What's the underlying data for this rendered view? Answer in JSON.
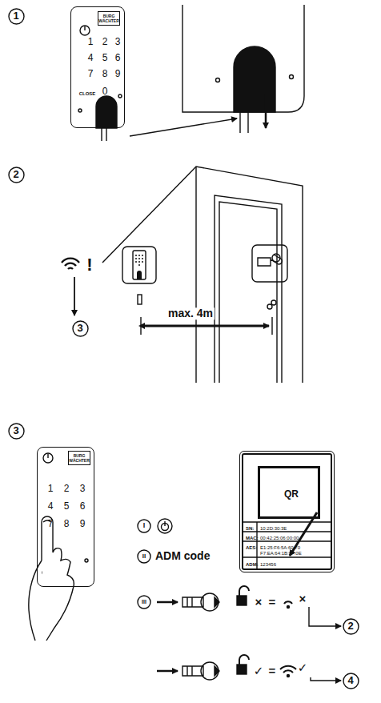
{
  "diagram": {
    "nodes": [
      {
        "text": [
          "1"
        ]
      },
      {
        "text": [
          "BURG WÄCHTER",
          "1",
          "2",
          "3",
          "4",
          "5",
          "6",
          "7",
          "8",
          "9",
          "0",
          "CLOSE"
        ]
      },
      {
        "text": [
          "2"
        ]
      },
      {
        "text": [
          "3"
        ]
      },
      {
        "text": [
          "3"
        ]
      },
      {
        "text": [
          "BURG WÄCHTER",
          "1",
          "2",
          "3",
          "4",
          "5",
          "6",
          "7",
          "8",
          "9"
        ]
      },
      {
        "text": [
          "SN:",
          "10:2D:30:3E",
          "MAC:",
          "00:42:25:06:00:00",
          "AES:",
          "E1:25:F6:5A:60:70 F7:EA:64:1B:9F:0E",
          "ADM:",
          "123456"
        ]
      },
      {
        "text": [
          "QR"
        ],
        "in": 6
      },
      {
        "text": [
          "I"
        ]
      },
      {
        "text": [
          "II"
        ]
      },
      {
        "text": [
          "III"
        ]
      },
      {
        "text": [
          "2"
        ]
      },
      {
        "text": [
          "4"
        ]
      }
    ],
    "labels": [
      "!",
      "max. 4m",
      "ADM code",
      "×",
      "=",
      "×",
      "✓",
      "=",
      "✓"
    ]
  }
}
